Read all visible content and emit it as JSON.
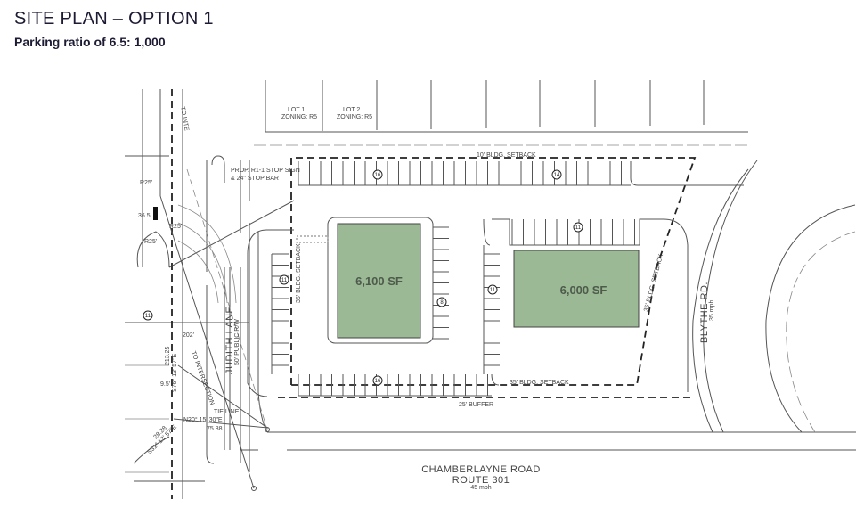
{
  "header": {
    "title": "SITE PLAN – OPTION 1",
    "subtitle": "Parking ratio of 6.5: 1,000"
  },
  "plan": {
    "building_color": "#9bb994",
    "buildings": [
      {
        "label": "6,100 SF"
      },
      {
        "label": "6,000 SF"
      }
    ],
    "parking_counts": [
      "16",
      "14",
      "11",
      "11",
      "8",
      "11",
      "11",
      "16"
    ],
    "labels": {
      "setback_top": "10' BLDG. SETBACK",
      "setback_bottom": "35' BLDG. SETBACK",
      "setback_right": "35' BLDG. SETBACK",
      "setback_left": "35' BLDG. SETBACK",
      "buffer": "25' BUFFER",
      "stop_sign": "PROP. R1-1 STOP SIGN",
      "stop_bar": "& 24\" STOP BAR",
      "lot1": "LOT 1",
      "lot2": "LOT 2",
      "zoning": "ZONING: R5",
      "judith_lane": "JUDITH LANE",
      "judith_sub": "50' PUBLIC R/W",
      "to_intersection": "TO INTERSECTION",
      "to_int_top": "TO INTE",
      "bearing1": "S76° 13' 57\"E",
      "dist1": "213.25",
      "bearing2": "N20° 15' 30\"E",
      "dist2": "75.88",
      "bearing3": "S31° 13' 57\"E",
      "dist3": "28.28",
      "tie_line": "TIE LINE",
      "r25": "R25'",
      "d202": "202'",
      "d95": "9.5'",
      "d36": "36.5'"
    },
    "roads": {
      "chamberlayne": "CHAMBERLAYNE ROAD",
      "route": "ROUTE 301",
      "chamberlayne_speed": "45 mph",
      "blythe": "BLYTHE RD.",
      "blythe_speed": "35 mph"
    }
  }
}
